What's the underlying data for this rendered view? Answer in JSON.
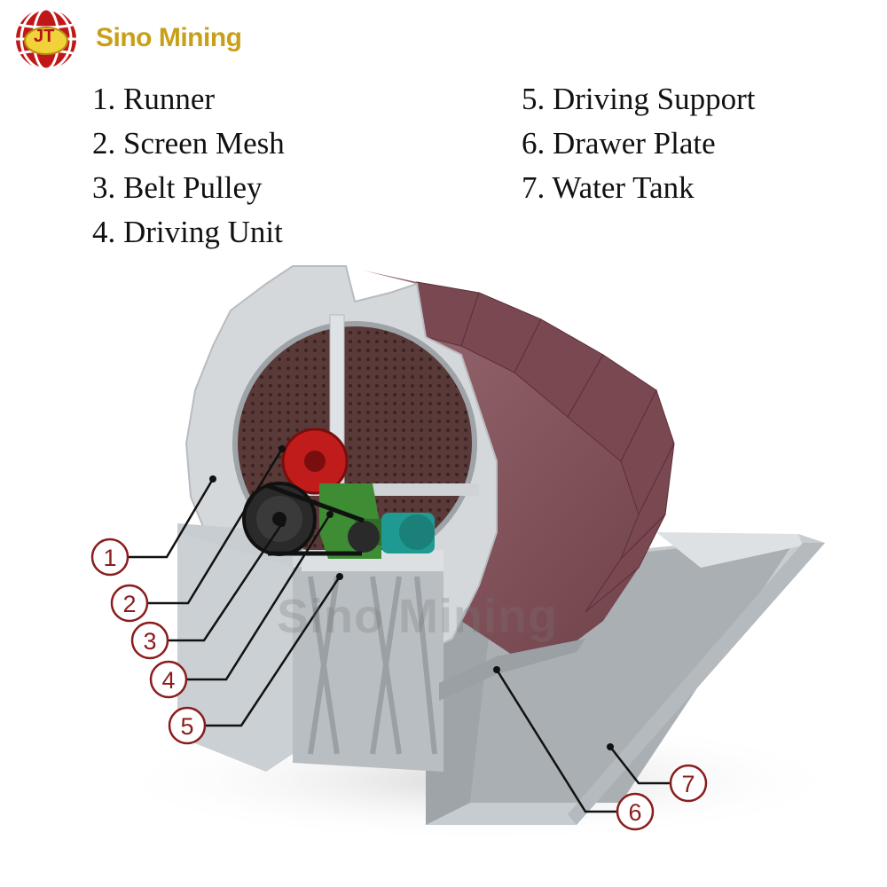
{
  "brand": {
    "name": "Sino Mining",
    "logo_mark": "JT",
    "text_color": "#c8a018",
    "globe_color": "#c01818"
  },
  "legend": {
    "items": [
      {
        "number": "1",
        "text": "1. Runner"
      },
      {
        "number": "2",
        "text": "2. Screen Mesh"
      },
      {
        "number": "3",
        "text": "3. Belt Pulley"
      },
      {
        "number": "4",
        "text": "4. Driving Unit"
      },
      {
        "number": "5",
        "text": "5. Driving Support"
      },
      {
        "number": "6",
        "text": "6. Drawer Plate"
      },
      {
        "number": "7",
        "text": "7. Water Tank"
      }
    ]
  },
  "callouts": [
    "1",
    "2",
    "3",
    "4",
    "5",
    "6",
    "7"
  ],
  "watermark": "Sino Mining",
  "colors": {
    "steel": "#d2d6d9",
    "bucket": "#8a5a62",
    "motor": "#1e9a92",
    "gearbox": "#3c8a32",
    "gear": "#b81818",
    "callout": "#8a1c1c"
  }
}
